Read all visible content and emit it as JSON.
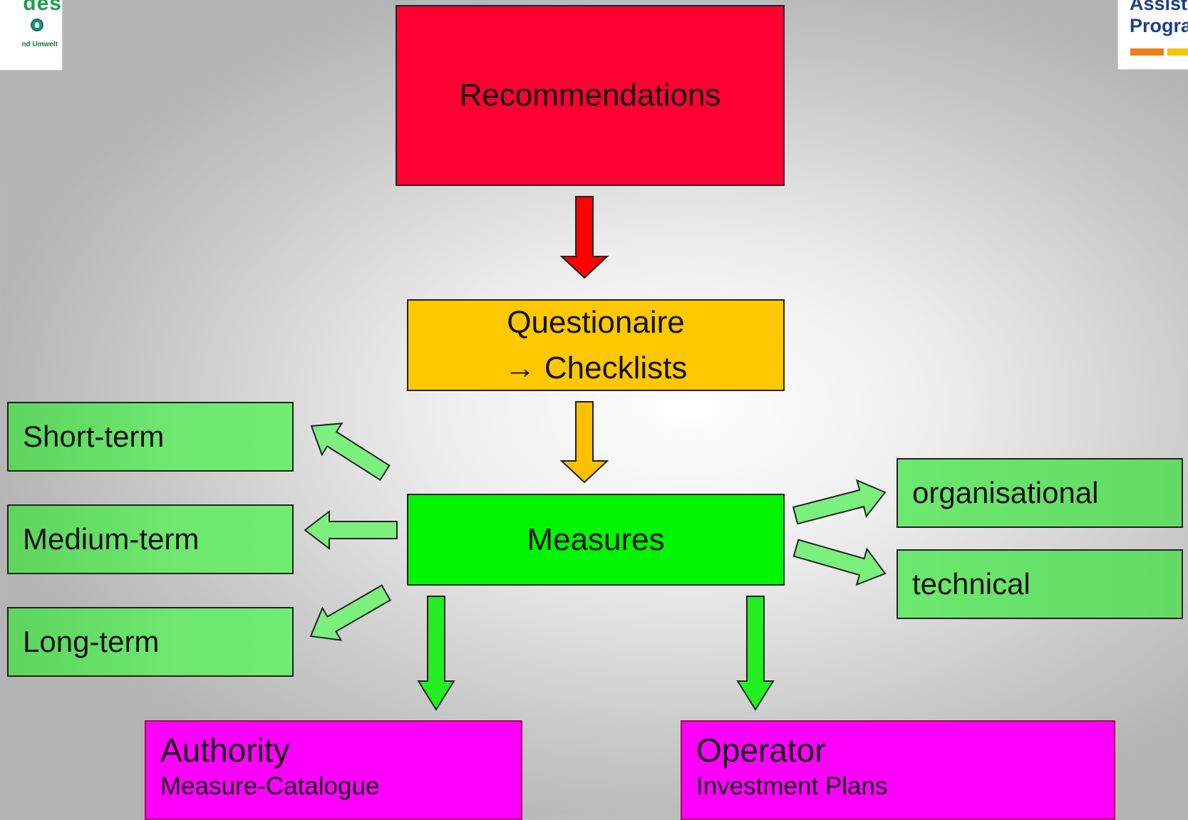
{
  "logos": {
    "left": {
      "wordmark": "des",
      "subtext": "nd Umwelt"
    },
    "right": {
      "line1": "Assist",
      "line2": "Progra",
      "colors": [
        "#ee7d1c",
        "#f6c400"
      ]
    }
  },
  "nodes": {
    "recommendations": "Recommendations",
    "questionaire_line1": "Questionaire",
    "questionaire_line2": "→ Checklists",
    "measures": "Measures",
    "short_term": "Short-term",
    "medium_term": "Medium-term",
    "long_term": "Long-term",
    "organisational": "organisational",
    "technical": "technical",
    "authority": {
      "title": "Authority",
      "subtitle": "Measure-Catalogue"
    },
    "operator": {
      "title": "Operator",
      "subtitle": "Investment Plans"
    }
  },
  "colors": {
    "recommendations": "#ff0033",
    "questionaire": "#ffc800",
    "measures": "#00f500",
    "side_boxes": "#6ee870",
    "targets": "#ff00ff",
    "arrow_red": "#ff0000",
    "arrow_orange": "#ffc000",
    "arrow_green": "#22ee22",
    "arrow_lightgreen": "#7cf07c"
  }
}
